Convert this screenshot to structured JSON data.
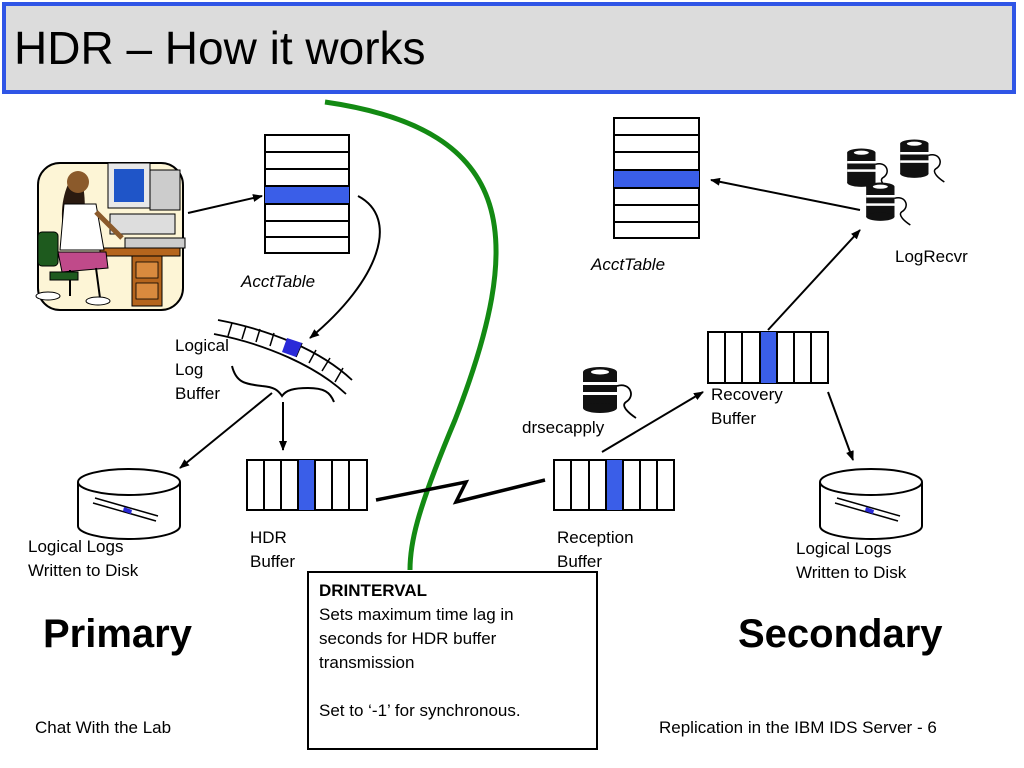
{
  "title": "HDR – How it works",
  "labels": {
    "acct_table_primary": "AcctTable",
    "acct_table_secondary": "AcctTable",
    "logical_log_buffer": "Logical\nLog\nBuffer",
    "logical_logs_primary": "Logical Logs\nWritten to Disk",
    "logical_logs_secondary": "Logical Logs\nWritten to Disk",
    "hdr_buffer": "HDR\nBuffer",
    "reception_buffer": "Reception\nBuffer",
    "recovery_buffer": "Recovery\nBuffer",
    "drsecapply": "drsecapply",
    "logrecvr": "LogRecvr",
    "primary": "Primary",
    "secondary": "Secondary"
  },
  "note": {
    "heading": "DRINTERVAL",
    "body": "Sets maximum time lag in\nseconds for HDR buffer\ntransmission",
    "extra": "Set to ‘-1’ for synchronous."
  },
  "footer": {
    "left": "Chat With  the Lab",
    "right": "Replication in the IBM IDS Server - 6"
  },
  "colors": {
    "title_border": "#2f55e6",
    "title_bg": "#dcdcdc",
    "highlight_blue": "#3a5ee8",
    "divider_green": "#138a13"
  },
  "icons": [
    "user-at-computer-icon",
    "thread-spool-icon",
    "disk-drum-icon"
  ]
}
